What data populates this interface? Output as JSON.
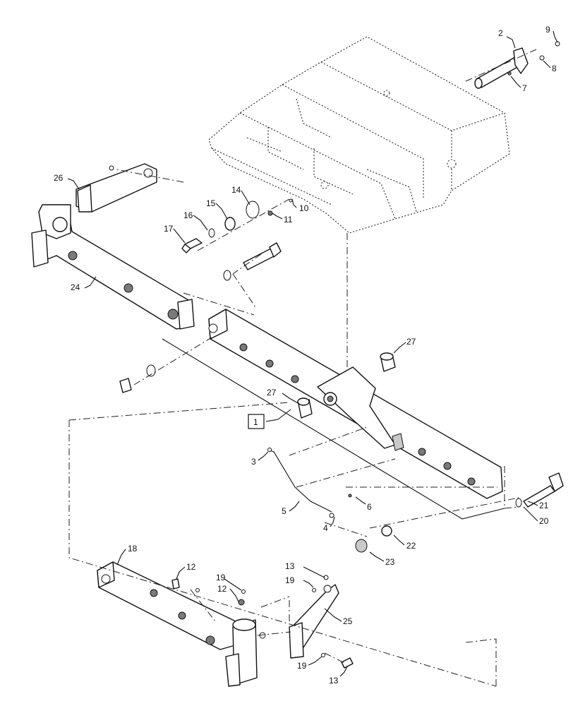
{
  "diagram": {
    "callouts": [
      {
        "id": "c1",
        "text": "1"
      },
      {
        "id": "c2",
        "text": "2"
      },
      {
        "id": "c3",
        "text": "3"
      },
      {
        "id": "c4",
        "text": "4"
      },
      {
        "id": "c5",
        "text": "5"
      },
      {
        "id": "c6",
        "text": "6"
      },
      {
        "id": "c7",
        "text": "7"
      },
      {
        "id": "c8",
        "text": "8"
      },
      {
        "id": "c9",
        "text": "9"
      },
      {
        "id": "c10",
        "text": "10"
      },
      {
        "id": "c11",
        "text": "11"
      },
      {
        "id": "c12a",
        "text": "12"
      },
      {
        "id": "c12b",
        "text": "12"
      },
      {
        "id": "c13a",
        "text": "13"
      },
      {
        "id": "c13b",
        "text": "13"
      },
      {
        "id": "c14",
        "text": "14"
      },
      {
        "id": "c15",
        "text": "15"
      },
      {
        "id": "c16",
        "text": "16"
      },
      {
        "id": "c17",
        "text": "17"
      },
      {
        "id": "c18",
        "text": "18"
      },
      {
        "id": "c19a",
        "text": "19"
      },
      {
        "id": "c19b",
        "text": "19"
      },
      {
        "id": "c19c",
        "text": "19"
      },
      {
        "id": "c20",
        "text": "20"
      },
      {
        "id": "c21",
        "text": "21"
      },
      {
        "id": "c22",
        "text": "22"
      },
      {
        "id": "c23",
        "text": "23"
      },
      {
        "id": "c24",
        "text": "24"
      },
      {
        "id": "c25",
        "text": "25"
      },
      {
        "id": "c26",
        "text": "26"
      },
      {
        "id": "c27a",
        "text": "27"
      },
      {
        "id": "c27b",
        "text": "27"
      }
    ]
  }
}
